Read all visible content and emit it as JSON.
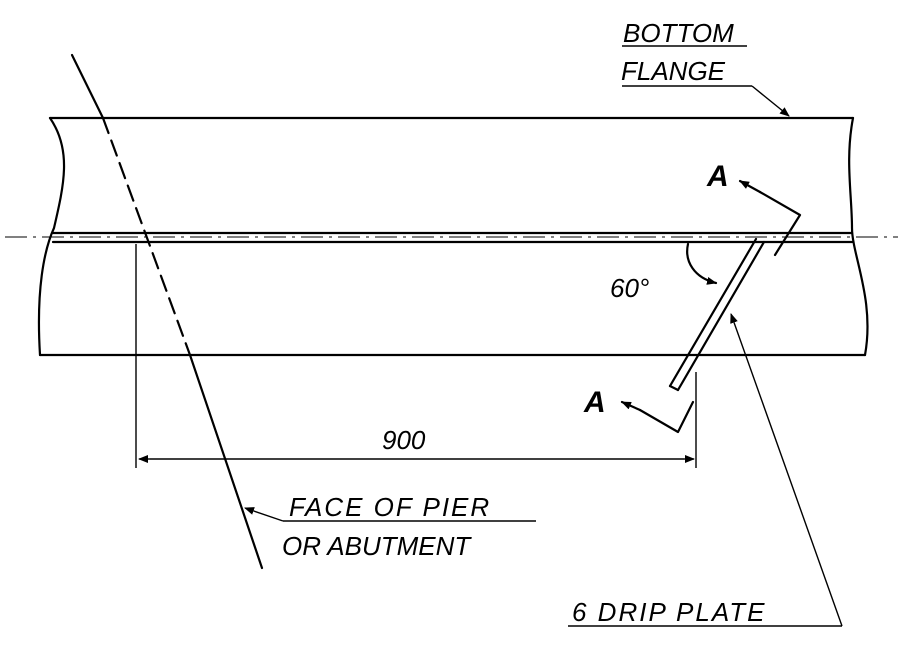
{
  "labels": {
    "bottom_flange_line1": "BOTTOM",
    "bottom_flange_line2": "FLANGE",
    "face_line1": "FACE OF PIER",
    "face_line2": "OR ABUTMENT",
    "drip_plate": "6 DRIP PLATE",
    "section_top": "A",
    "section_bottom": "A",
    "angle": "60°",
    "dimension": "900"
  }
}
